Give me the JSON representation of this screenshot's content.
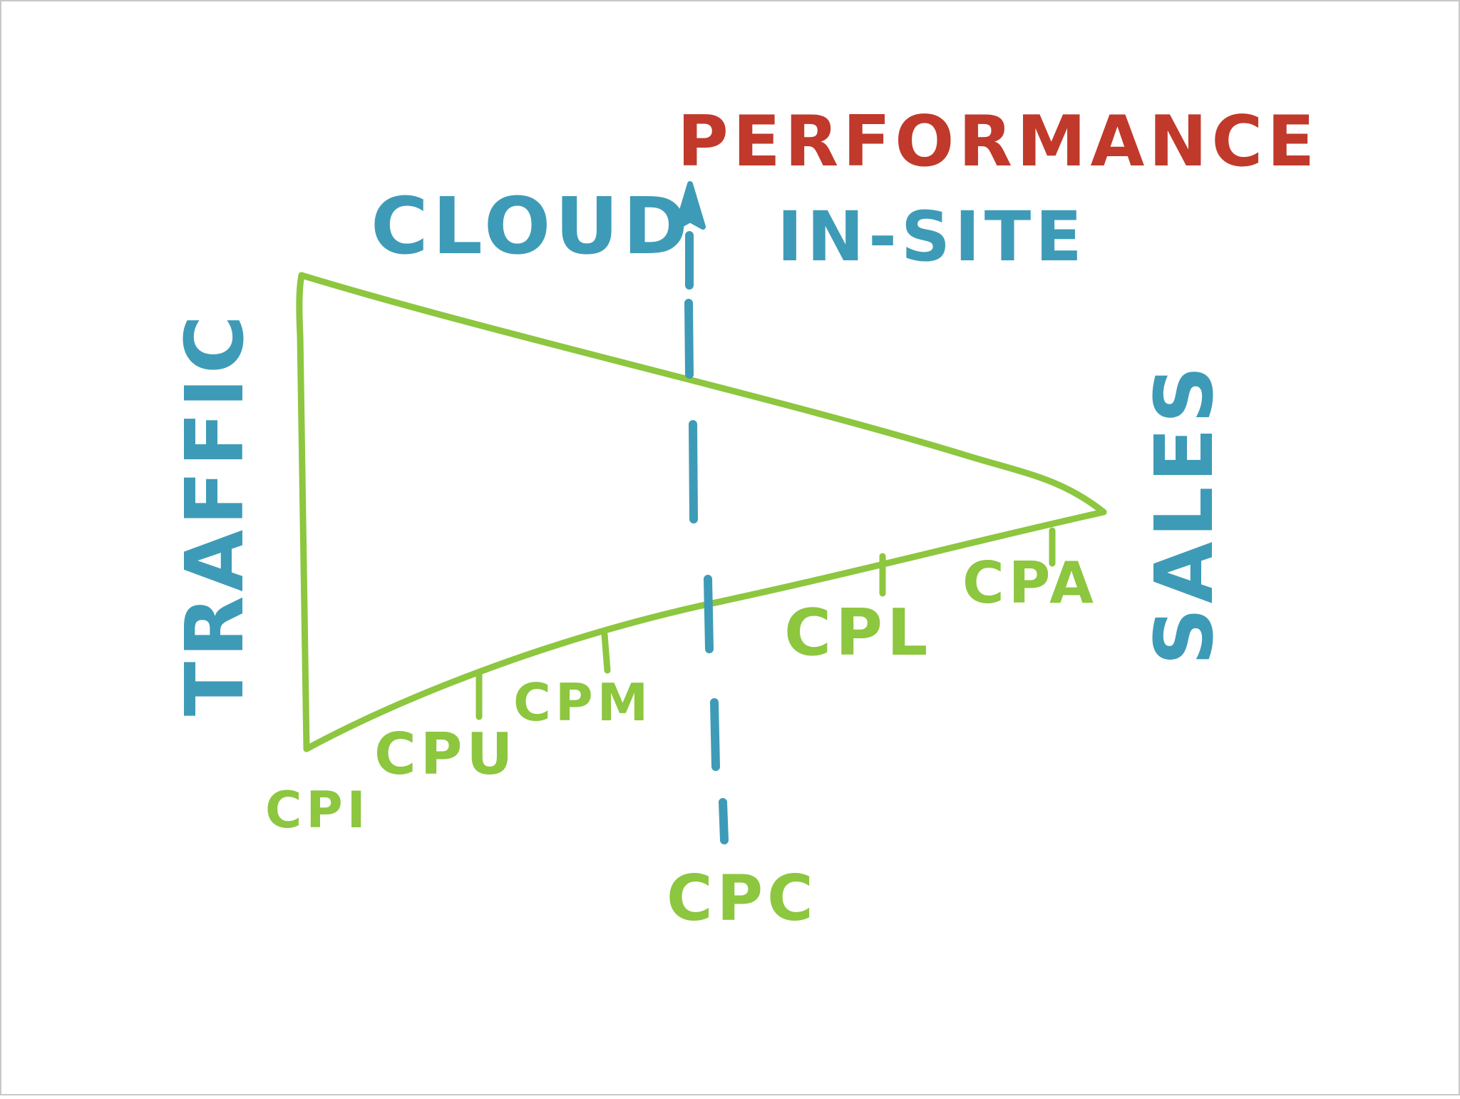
{
  "colors": {
    "background": "#ffffff",
    "border": "#c8c8c8",
    "funnel": "#8dc63f",
    "axis": "#3e9bb7",
    "performance": "#c0392b"
  },
  "labels": {
    "performance": "PERFORMANCE",
    "cloud": "CLOUD",
    "in_site": "IN-SITE",
    "traffic": "TRAFFIC",
    "sales": "SALES"
  },
  "metrics": {
    "cpi": "CPI",
    "cpu": "CPU",
    "cpm": "CPM",
    "cpc": "CPC",
    "cpl": "CPL",
    "cpa": "CPA"
  }
}
